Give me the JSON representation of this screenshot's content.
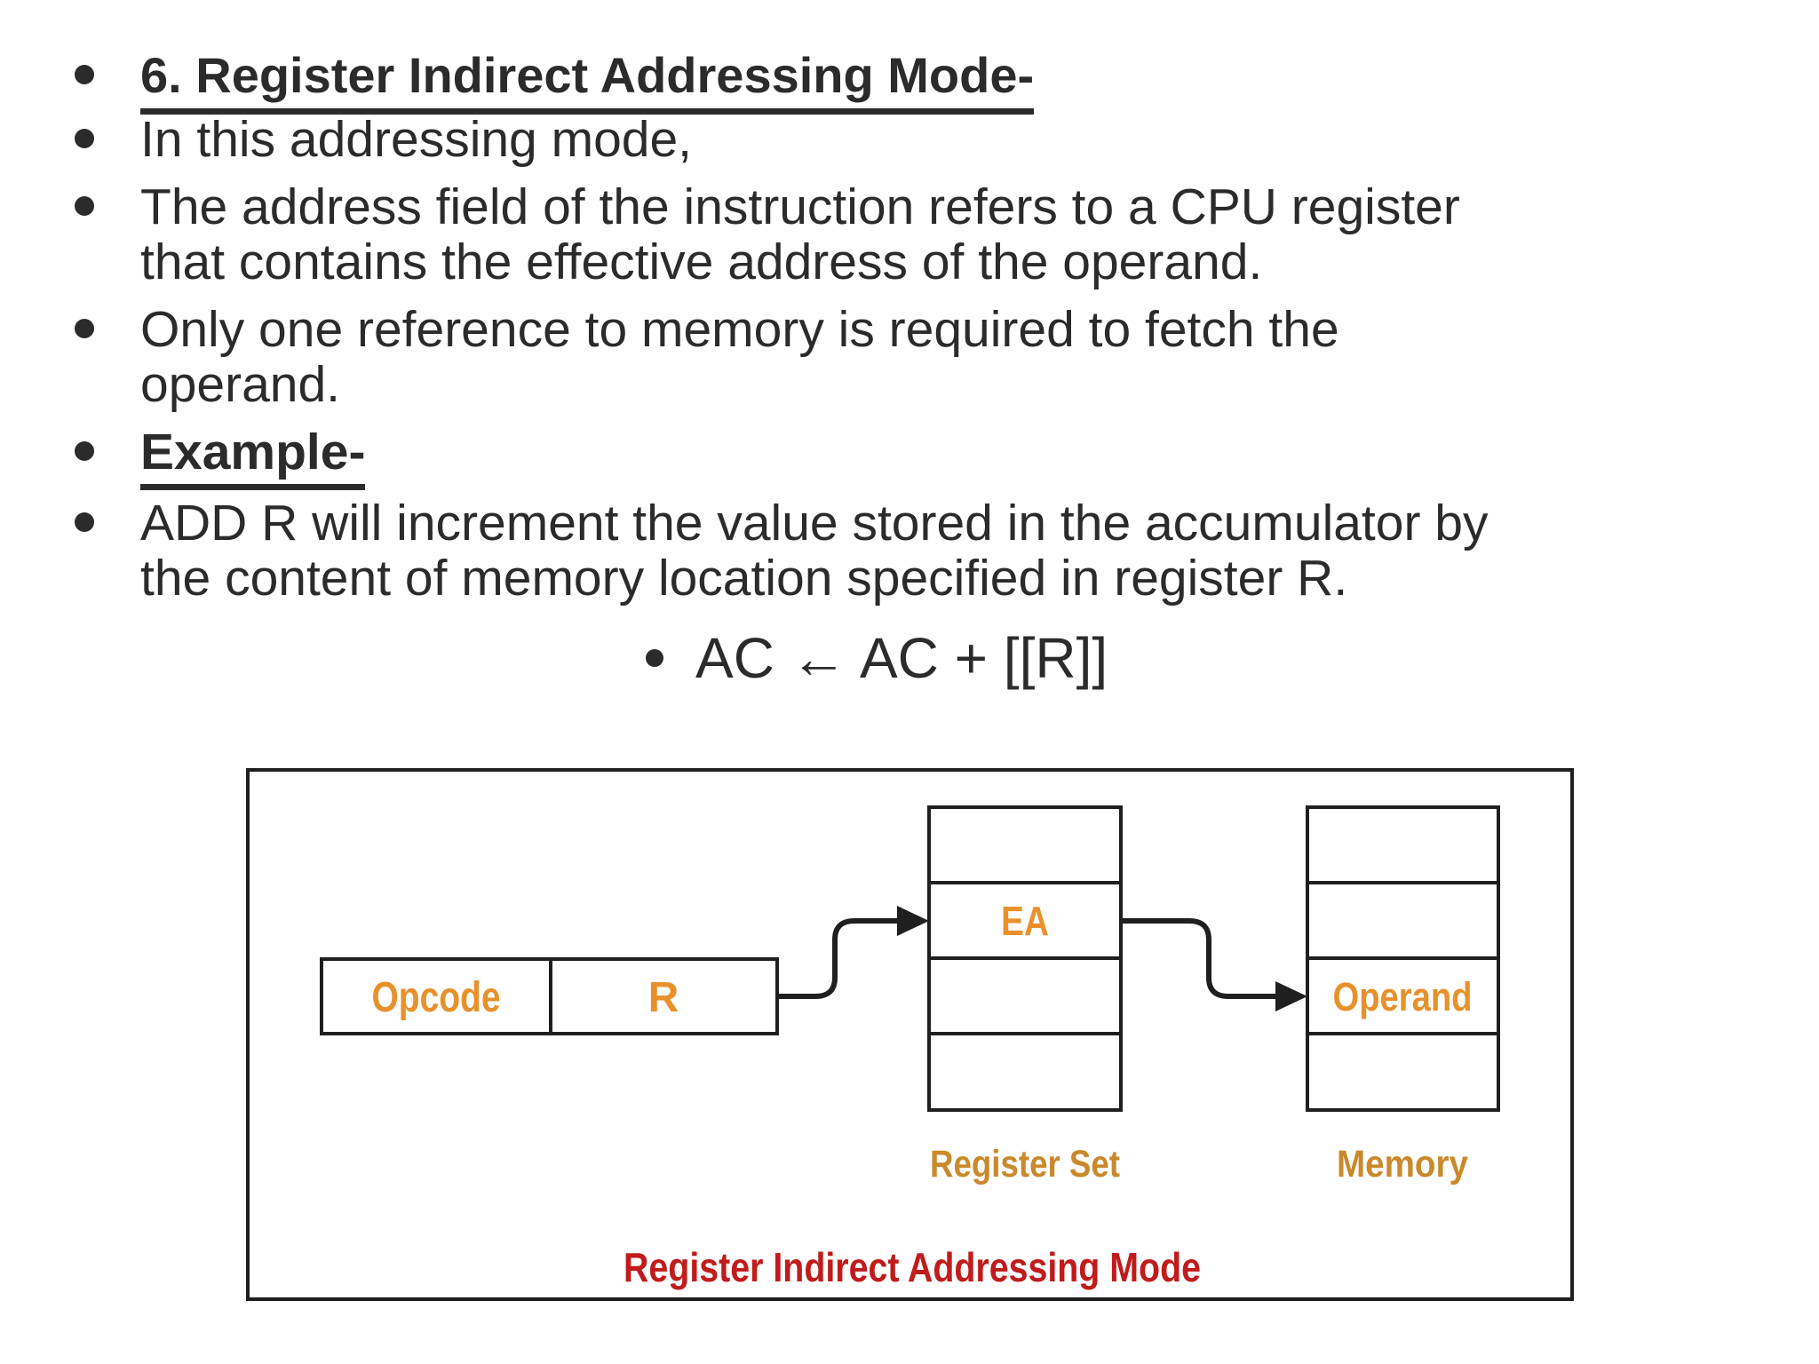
{
  "slide": {
    "background": "#ffffff",
    "text_color": "#2b2b2b",
    "bullets": [
      {
        "id": "title",
        "bold": true,
        "underline": true,
        "lines": [
          "6. Register Indirect Addressing Mode-"
        ]
      },
      {
        "id": "intro",
        "lines": [
          "In this addressing mode,"
        ]
      },
      {
        "id": "address-field",
        "lines": [
          "The address field of the instruction refers to a CPU register",
          "that contains the effective address of the operand."
        ]
      },
      {
        "id": "one-reference",
        "lines": [
          "Only one reference to memory is required to fetch the",
          "operand."
        ]
      },
      {
        "id": "example-heading",
        "bold": true,
        "underline": true,
        "lines": [
          "Example-"
        ]
      },
      {
        "id": "add-r",
        "lines": [
          "ADD R will increment the value stored in the accumulator by",
          "the content of memory location specified in register R."
        ]
      }
    ],
    "formula": {
      "text": "AC ← AC + [[R]]"
    }
  },
  "diagram": {
    "instruction": {
      "opcode_label": "Opcode",
      "register_label": "R"
    },
    "register_set": {
      "rows": 4,
      "ea_label": "EA",
      "ea_row": 2,
      "caption": "Register Set"
    },
    "memory": {
      "rows": 4,
      "operand_label": "Operand",
      "operand_row": 3,
      "caption": "Memory"
    },
    "title": "Register Indirect Addressing Mode",
    "colors": {
      "cell_label": "#E8912C",
      "column_caption": "#C9892C",
      "title": "#C11B1B",
      "line": "#1f1f1f"
    }
  }
}
